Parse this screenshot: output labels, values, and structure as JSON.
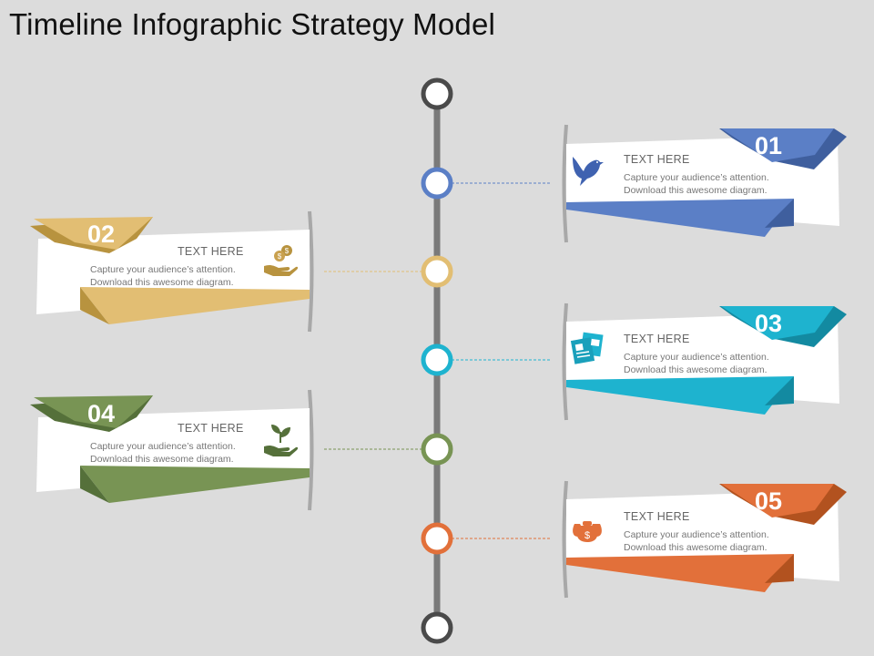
{
  "title": "Timeline Infographic Strategy Model",
  "colors": {
    "blue": "#5b7fc6",
    "gold": "#e2be73",
    "cyan": "#1eb3cf",
    "green": "#789454",
    "orange": "#e2703a",
    "stem": "#7a7a7a",
    "endpoint": "#4a4a4a"
  },
  "items": [
    {
      "number": "01",
      "heading": "TEXT  HERE",
      "line1": "Capture your audience’s attention.",
      "line2": "Download this awesome diagram.",
      "icon": "dove-icon"
    },
    {
      "number": "02",
      "heading": "TEXT  HERE",
      "line1": "Capture your audience’s attention.",
      "line2": "Download this awesome diagram.",
      "icon": "money-hand-icon"
    },
    {
      "number": "03",
      "heading": "TEXT  HERE",
      "line1": "Capture your audience’s attention.",
      "line2": "Download this awesome diagram.",
      "icon": "newspaper-icon"
    },
    {
      "number": "04",
      "heading": "TEXT  HERE",
      "line1": "Capture your audience’s attention.",
      "line2": "Download this awesome diagram.",
      "icon": "plant-hand-icon"
    },
    {
      "number": "05",
      "heading": "TEXT  HERE",
      "line1": "Capture your audience’s attention.",
      "line2": "Download this awesome diagram.",
      "icon": "money-bags-icon"
    }
  ]
}
